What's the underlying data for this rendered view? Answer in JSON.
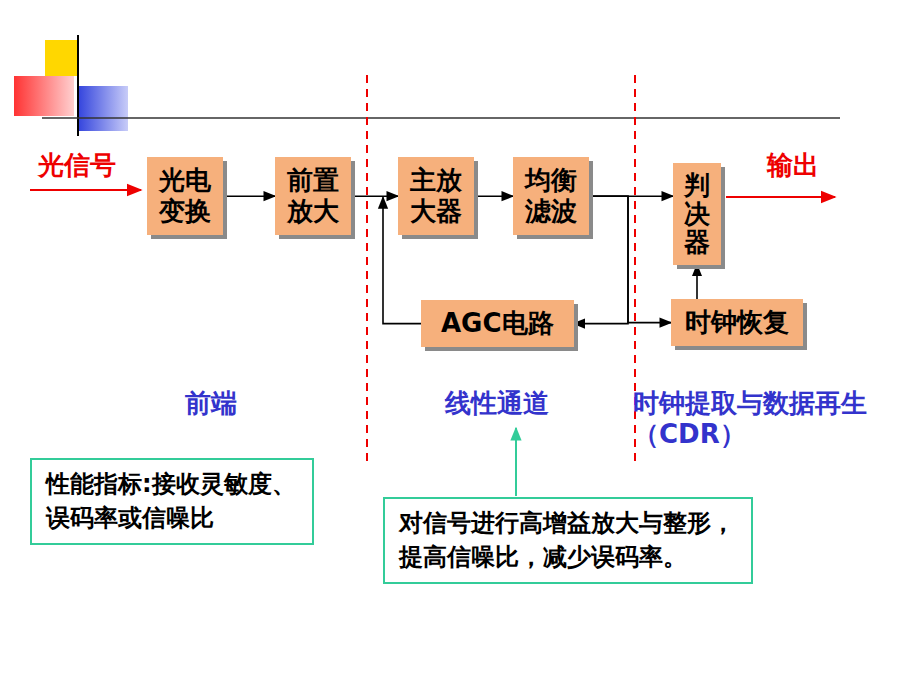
{
  "diagram": {
    "nodes": [
      {
        "text": [
          "光电 变换"
        ]
      },
      {
        "text": [
          "前置 放大"
        ]
      },
      {
        "text": [
          "主放 大器"
        ]
      },
      {
        "text": [
          "均衡 滤波"
        ]
      },
      {
        "text": [
          "判决器"
        ]
      },
      {
        "text": [
          "AGC电路"
        ]
      },
      {
        "text": [
          "时钟恢复"
        ]
      },
      {
        "text": [
          "性能指标:接收灵敏度、 误码率或信噪比"
        ]
      },
      {
        "text": [
          "对信号进行高增益放大与整形， 提高信噪比，减少误码率。"
        ]
      }
    ],
    "edges": [
      {
        "from": 0,
        "to": 1,
        "arrow": "to"
      },
      {
        "from": 1,
        "to": 2,
        "arrow": "to"
      },
      {
        "from": 2,
        "to": 3,
        "arrow": "to"
      },
      {
        "from": 3,
        "to": 4,
        "arrow": "to"
      },
      {
        "from": 3,
        "to": 5,
        "arrow": "to"
      },
      {
        "from": 3,
        "to": 6,
        "arrow": "to"
      },
      {
        "from": 5,
        "to": 2,
        "arrow": "to"
      },
      {
        "from": 6,
        "to": 4,
        "arrow": "to"
      }
    ],
    "labels": [
      "光信号",
      "输出",
      "前端",
      "线性通道",
      "时钟提取与数据再生 （CDR）"
    ]
  }
}
